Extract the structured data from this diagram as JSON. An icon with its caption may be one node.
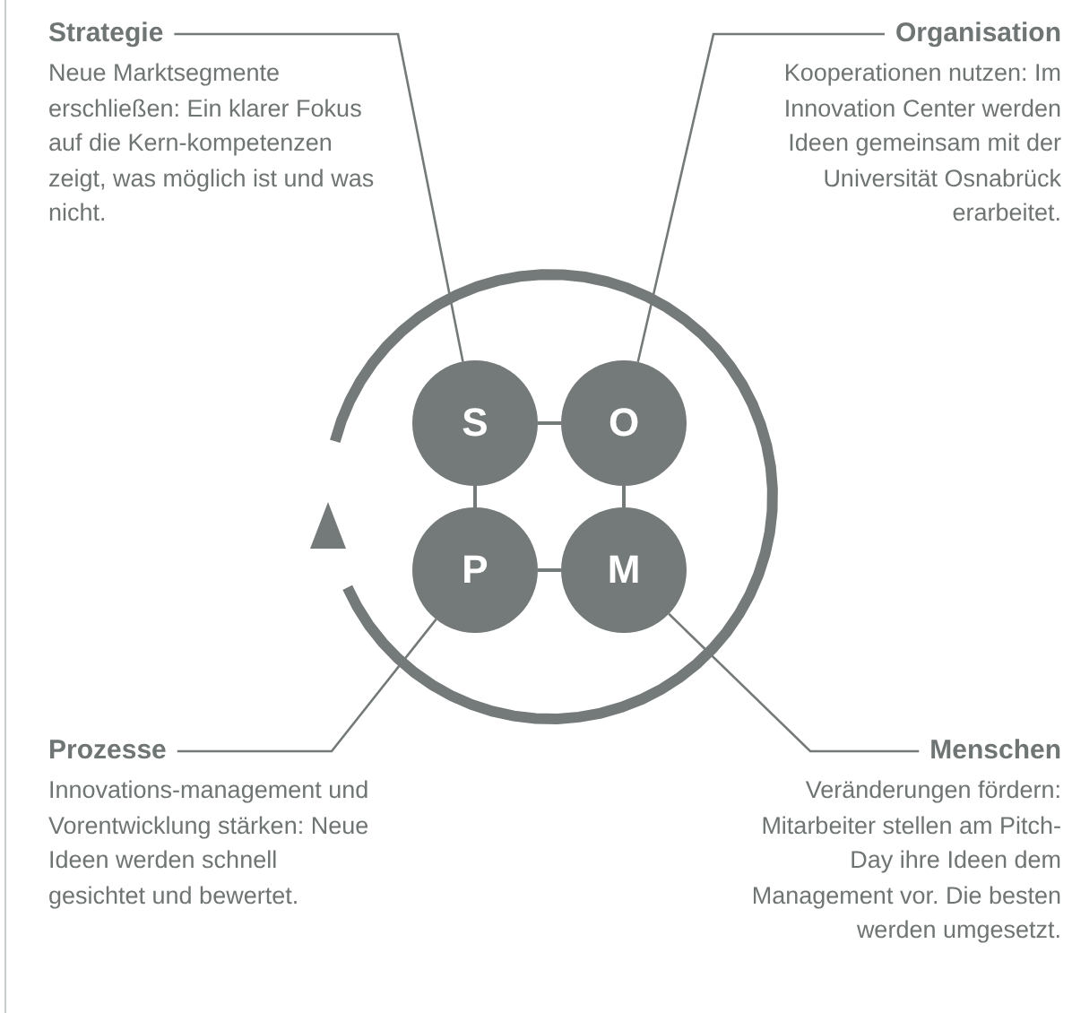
{
  "diagram": {
    "nodes": [
      {
        "text": [
          "Strategie",
          "Neue Marktsegmente erschließen: Ein klarer Fokus auf die Kern-kompetenzen zeigt, was möglich ist und was nicht."
        ]
      },
      {
        "text": [
          "Organisation",
          "Kooperationen nutzen: Im Innovation Center werden Ideen gemeinsam mit der Universität Osnabrück erarbeitet."
        ]
      },
      {
        "text": [
          "Prozesse",
          "Innovations-management und Vorentwicklung stärken: Neue Ideen werden schnell gesichtet und bewertet."
        ]
      },
      {
        "text": [
          "Menschen",
          "Veränderungen fördern: Mitarbeiter stellen am Pitch-Day ihre Ideen dem Management vor. Die besten werden umgesetzt."
        ]
      },
      {
        "text": [
          "S"
        ]
      },
      {
        "text": [
          "O"
        ]
      },
      {
        "text": [
          "P"
        ]
      },
      {
        "text": [
          "M"
        ]
      }
    ],
    "edges": [
      {
        "from": 0,
        "to": 4,
        "arrow": "none"
      },
      {
        "from": 1,
        "to": 5,
        "arrow": "none"
      },
      {
        "from": 2,
        "to": 6,
        "arrow": "none"
      },
      {
        "from": 3,
        "to": 7,
        "arrow": "none"
      },
      {
        "from": 4,
        "to": 5,
        "arrow": "none"
      },
      {
        "from": 4,
        "to": 6,
        "arrow": "none"
      },
      {
        "from": 5,
        "to": 7,
        "arrow": "none"
      },
      {
        "from": 6,
        "to": 7,
        "arrow": "none"
      }
    ]
  }
}
